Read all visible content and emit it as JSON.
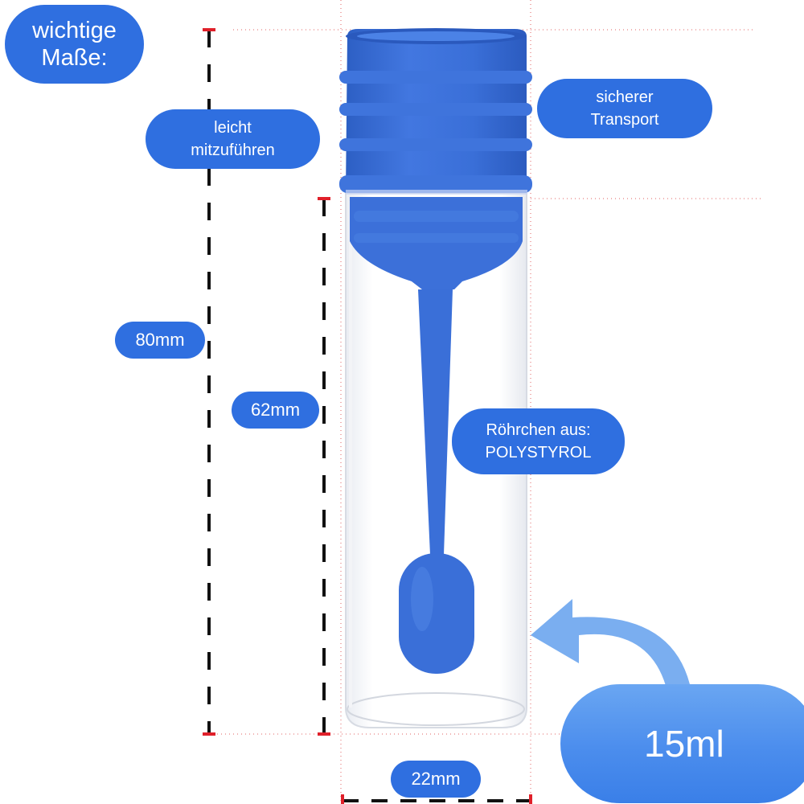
{
  "labels": {
    "title": "wichtige\nMaße:",
    "portable": "leicht\nmitzuführen",
    "transport": "sicherer\nTransport",
    "height_total": "80mm",
    "height_tube": "62mm",
    "material": "Röhrchen aus:\nPOLYSTYROL",
    "diameter": "22mm",
    "volume": "15ml"
  },
  "colors": {
    "label_blue": "#2f6fe0",
    "product_blue": "#3a6fd8",
    "dimension_line": "#111111",
    "tick_red": "#e0202a",
    "guide_red": "#e06060"
  }
}
